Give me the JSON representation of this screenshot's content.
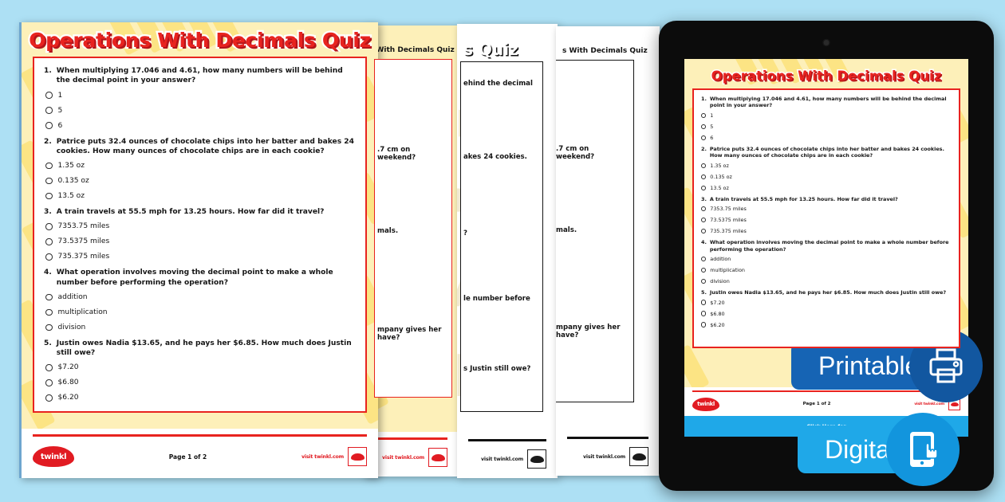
{
  "background_color": "#ade0f4",
  "worksheet": {
    "title": "Operations With Decimals Quiz",
    "title_color": "#e8231f",
    "paper_color": "#fdf0b9",
    "border_color": "#e8231f",
    "questions": [
      {
        "num": "1.",
        "text": "When multiplying 17.046 and 4.61, how many numbers will be behind the decimal point in your answer?",
        "options": [
          "1",
          "5",
          "6"
        ]
      },
      {
        "num": "2.",
        "text": "Patrice puts 32.4 ounces of chocolate chips into her batter and bakes 24 cookies. How many ounces of chocolate chips are in each cookie?",
        "options": [
          "1.35 oz",
          "0.135 oz",
          "13.5 oz"
        ]
      },
      {
        "num": "3.",
        "text": "A train travels at 55.5 mph for 13.25 hours. How far did it travel?",
        "options": [
          "7353.75 miles",
          "73.5375 miles",
          "735.375 miles"
        ]
      },
      {
        "num": "4.",
        "text": "What operation involves moving the decimal point to make a whole number before performing the operation?",
        "options": [
          "addition",
          "multiplication",
          "division"
        ]
      },
      {
        "num": "5.",
        "text": "Justin owes Nadia $13.65, and he pays her $6.85. How much does Justin still owe?",
        "options": [
          "$7.20",
          "$6.80",
          "$6.20"
        ]
      }
    ],
    "footer": {
      "logo_text": "twinkl",
      "page_label": "Page 1 of 2",
      "visit_text": "visit twinkl.com"
    }
  },
  "stacked_pages": [
    {
      "id": "page-2-color",
      "title_fragment": "s With Decimals Quiz",
      "color_mode": "color",
      "fragments": [
        ".7 cm on",
        "weekend?",
        "mals.",
        "mpany gives her",
        "have?"
      ],
      "visit_text": "visit twinkl.com"
    },
    {
      "id": "page-1-bw",
      "title_fragment": "s Quiz",
      "color_mode": "bw",
      "fragments": [
        "ehind the decimal",
        "akes 24 cookies.",
        "?",
        "le number before",
        "s Justin still owe?"
      ],
      "visit_text": "visit twinkl.com"
    },
    {
      "id": "page-2-bw",
      "title_fragment": "s With Decimals Quiz",
      "color_mode": "bw",
      "fragments": [
        ".7 cm on",
        "weekend?",
        "mals.",
        "mpany gives her",
        "have?"
      ],
      "visit_text": "visit twinkl.com"
    }
  ],
  "tablet": {
    "device": "tablet",
    "bezel_color": "#0c0c0c",
    "screen": {
      "title": "Operations With Decimals Quiz",
      "questions": [
        {
          "num": "1.",
          "text": "When multiplying 17.046 and 4.61, how many numbers will be behind the decimal point in your answer?",
          "options": [
            "1",
            "5",
            "6"
          ]
        },
        {
          "num": "2.",
          "text": "Patrice puts 32.4 ounces of chocolate chips into her batter and bakes 24 cookies. How many ounces of chocolate chips are in each cookie?",
          "options": [
            "1.35 oz",
            "0.135 oz",
            "13.5 oz"
          ]
        },
        {
          "num": "3.",
          "text": "A train travels at 55.5 mph for 13.25 hours. How far did it travel?",
          "options": [
            "7353.75 miles",
            "73.5375 miles",
            "735.375 miles"
          ]
        },
        {
          "num": "4.",
          "text": "What operation involves moving the decimal point to make a whole number before performing the operation?",
          "options": [
            "addition",
            "multiplication",
            "division"
          ]
        },
        {
          "num": "5.",
          "text": "Justin owes Nadia $13.65, and he pays her $6.85. How much does Justin still owe?",
          "options": [
            "$7.20",
            "$6.80",
            "$6.20"
          ]
        }
      ],
      "footer": {
        "logo_text": "twinkl",
        "page_label": "Page 1 of 2",
        "visit_text": "visit twinkl.com"
      },
      "blue_bar_text": "Click Here for"
    }
  },
  "badges": [
    {
      "label": "Printable",
      "icon": "printer-icon",
      "pill_color": "#1664b4",
      "circle_color": "#1257a0"
    },
    {
      "label": "Digital",
      "icon": "tablet-hand-icon",
      "pill_color": "#1fa8e8",
      "circle_color": "#1295dd"
    }
  ]
}
